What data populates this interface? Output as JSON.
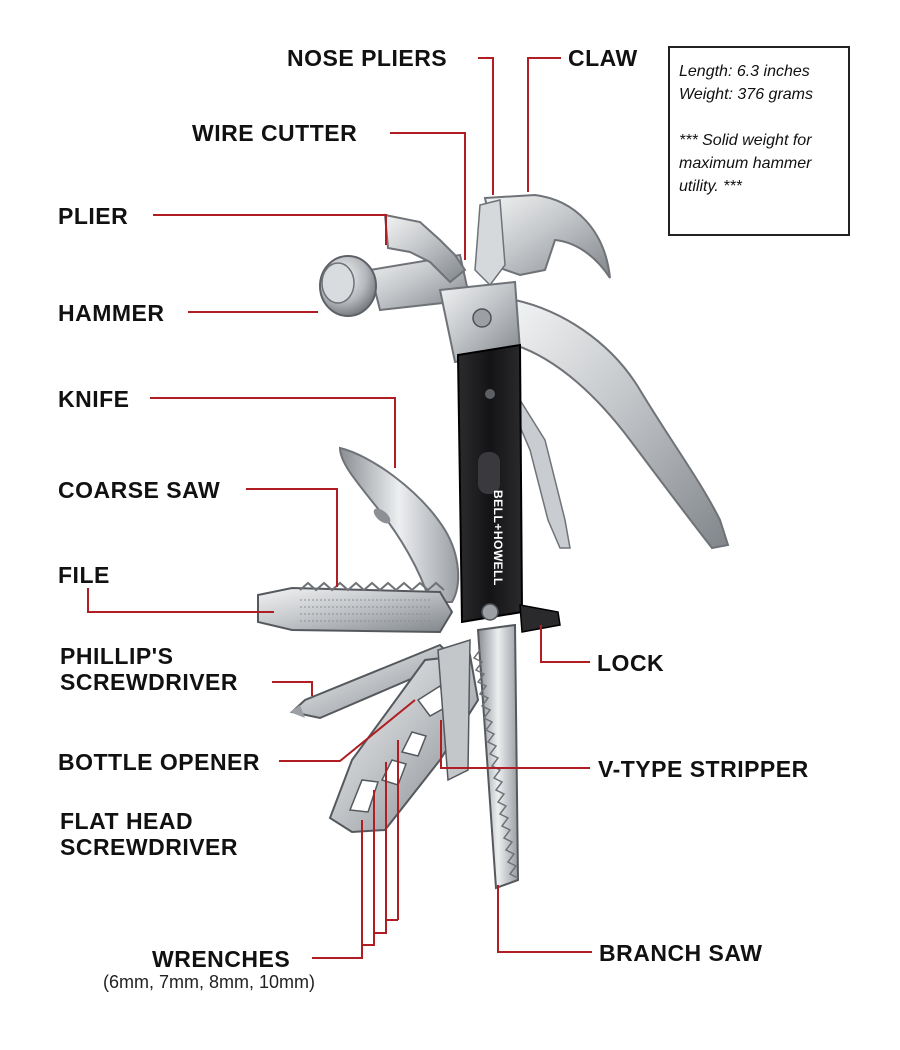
{
  "colors": {
    "leader": "#b01e23",
    "text": "#111111",
    "metal_light": "#e6e7e8",
    "metal_mid": "#b9bcc0",
    "metal_dark": "#7d8186",
    "handle": "#1b1b1d"
  },
  "spec_box": {
    "length": "Length: 6.3 inches",
    "weight": "Weight: 376 grams",
    "note_line1": "*** Solid weight for",
    "note_line2": "maximum hammer",
    "note_line3": "utility. ***"
  },
  "brand": "BELL+HOWELL",
  "labels": {
    "nose_pliers": "NOSE PLIERS",
    "claw": "CLAW",
    "wire_cutter": "WIRE CUTTER",
    "plier": "PLIER",
    "hammer": "HAMMER",
    "knife": "KNIFE",
    "coarse_saw": "COARSE SAW",
    "file": "FILE",
    "phillips_line1": "PHILLIP'S",
    "phillips_line2": "SCREWDRIVER",
    "lock": "LOCK",
    "bottle_opener": "BOTTLE OPENER",
    "v_type_stripper": "V-TYPE STRIPPER",
    "flat_head_line1": "FLAT HEAD",
    "flat_head_line2": "SCREWDRIVER",
    "wrenches": "WRENCHES",
    "wrenches_sizes": "(6mm, 7mm, 8mm, 10mm)",
    "branch_saw": "BRANCH SAW"
  }
}
